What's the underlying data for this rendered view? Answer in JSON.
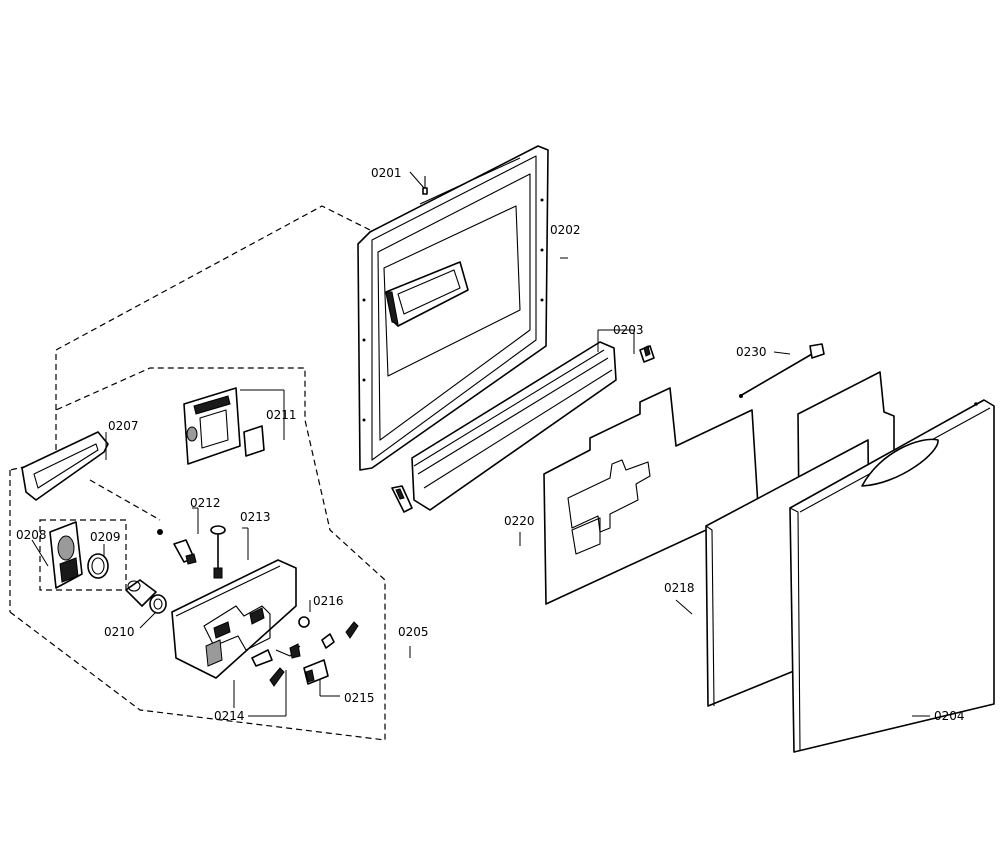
{
  "diagram": {
    "callouts": {
      "c0201": "0201",
      "c0202": "0202",
      "c0203": "0203",
      "c0204": "0204",
      "c0205": "0205",
      "c0207": "0207",
      "c0208": "0208",
      "c0209": "0209",
      "c0210": "0210",
      "c0211": "0211",
      "c0212": "0212",
      "c0213": "0213",
      "c0214": "0214",
      "c0215": "0215",
      "c0216": "0216",
      "c0218": "0218",
      "c0220": "0220",
      "c0230": "0230"
    },
    "colors": {
      "line": "#000000",
      "background": "#ffffff"
    }
  }
}
